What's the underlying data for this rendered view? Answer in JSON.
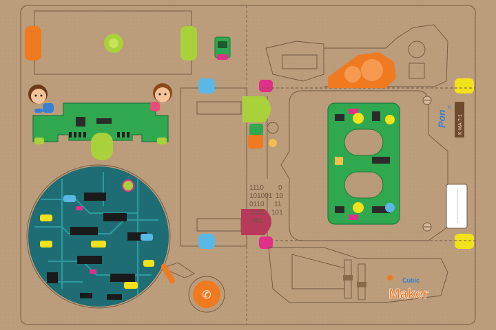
{
  "board": {
    "brand_small": "Cubic",
    "brand_large": "Maker",
    "pon_logo": "Pon",
    "pon_superscript": "X",
    "vertical_code": "K-MA-7-1",
    "binary_rows": [
      "0",
      "10",
      "11",
      "101",
      "1110",
      "101001",
      "0110",
      "1101",
      "001"
    ]
  },
  "colors": {
    "cardboard": "#b99a79",
    "cut_line": "#6f5740",
    "pcb_green": "#2fa84f",
    "pcb_dark": "#1e7a3a",
    "orange": "#f07a1f",
    "lime": "#a8d13a",
    "blue": "#5ab8e6",
    "pink": "#e0318a",
    "yellow": "#f2e21a",
    "teal_board": "#1f6d74"
  },
  "icons": [
    "pcb-board",
    "character-boy",
    "character-girl",
    "circuit-disc",
    "phone-icon",
    "robot-arm-diagram"
  ]
}
